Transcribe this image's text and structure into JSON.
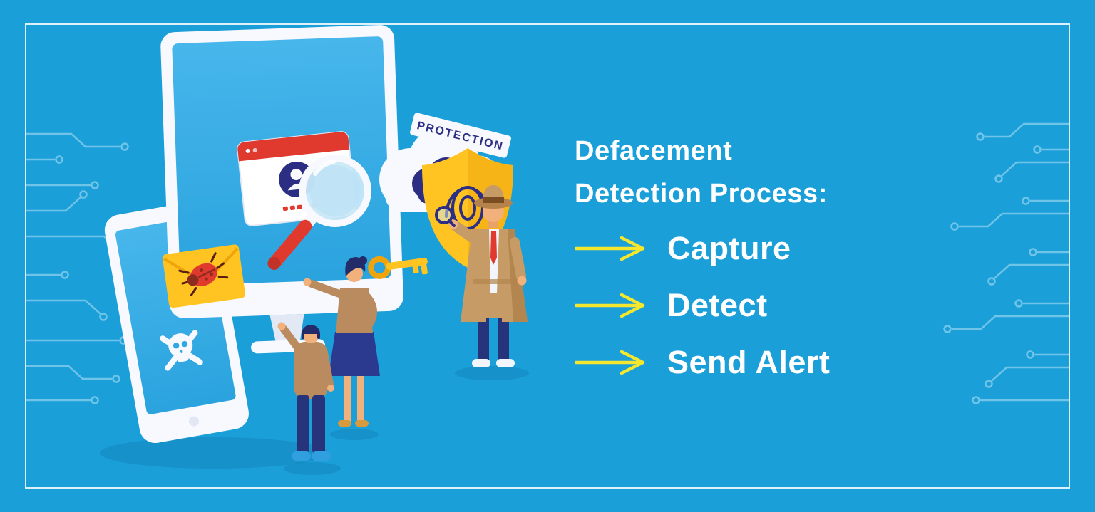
{
  "banner": {
    "colors": {
      "background": "#1B9FD9",
      "accent_yellow": "#F5E72E",
      "heading_text": "#FFFFFF",
      "navy": "#2B2E83",
      "gold": "#FFC421",
      "red": "#E0392E",
      "circuit_line": "#A9DDF3"
    }
  },
  "title": {
    "line1": "Defacement",
    "line2": "Detection Process:"
  },
  "steps": [
    {
      "label": "Capture"
    },
    {
      "label": "Detect"
    },
    {
      "label": "Send Alert"
    }
  ],
  "illustration": {
    "protection_label": "PROTECTION",
    "icons": {
      "monitor-icon": "desktop monitor with blue screen",
      "tablet-icon": "tablet with hacked screen",
      "skull-icon": "skull and crossbones",
      "malware-envelope-icon": "yellow envelope with red bug",
      "bug-icon": "red malware bug",
      "browser-window-icon": "browser card with user avatar",
      "avatar-icon": "user avatar circle",
      "magnifier-icon": "magnifying glass",
      "cloud-lock-icon": "cloud with padlock",
      "lock-icon": "padlock",
      "protection-banner": "white PROTECTION sign",
      "shield-fingerprint-icon": "gold shield with fingerprint",
      "key-icon": "gold key",
      "detective-icon": "detective with magnifier",
      "analyst-woman-icon": "woman pointing at screen",
      "analyst-kid-icon": "person pointing at screen",
      "arrow-icon": "yellow right arrow"
    }
  }
}
